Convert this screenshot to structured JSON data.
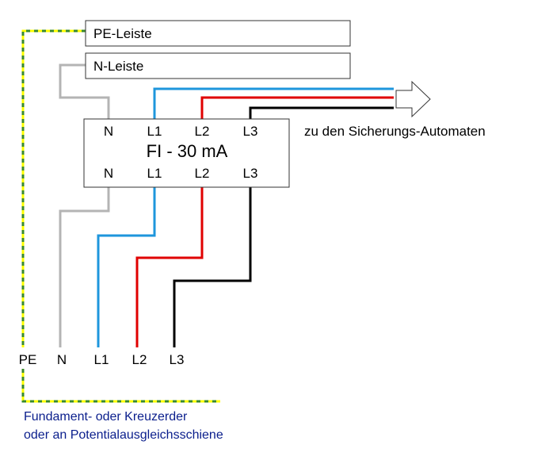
{
  "colors": {
    "pe_primary": "#ffff00",
    "pe_secondary": "#3a8a2a",
    "n": "#b4b4b4",
    "l1": "#1e96dc",
    "l2": "#e00000",
    "l3": "#000000",
    "note": "#0a1e8c"
  },
  "bars": {
    "pe": "PE-Leiste",
    "n": "N-Leiste"
  },
  "rcd": {
    "title": "FI - 30 mA",
    "top_terminals": [
      "N",
      "L1",
      "L2",
      "L3"
    ],
    "bottom_terminals": [
      "N",
      "L1",
      "L2",
      "L3"
    ]
  },
  "output_label": "zu den Sicherungs-Automaten",
  "supply_terminals": [
    "PE",
    "N",
    "L1",
    "L2",
    "L3"
  ],
  "earth_note": {
    "line1": "Fundament- oder Kreuzerder",
    "line2": "oder an Potentialausgleichsschiene"
  }
}
